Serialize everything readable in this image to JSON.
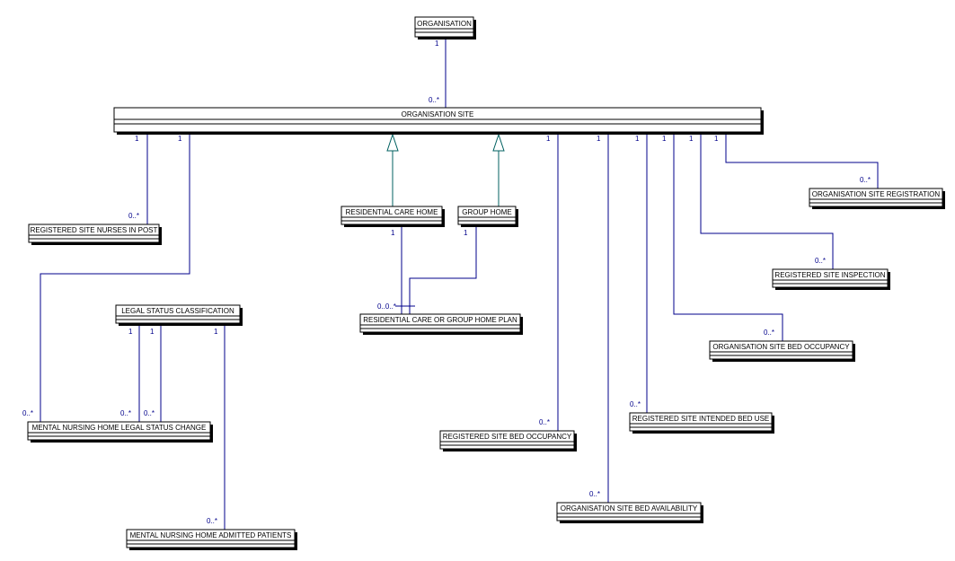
{
  "classes": {
    "organisation": "ORGANISATION",
    "organisation_site": "ORGANISATION SITE",
    "registered_site_nurses_in_post": "REGISTERED SITE NURSES IN POST",
    "residential_care_home": "RESIDENTIAL CARE HOME",
    "group_home": "GROUP HOME",
    "residential_care_or_group_home_plan": "RESIDENTIAL CARE OR GROUP HOME PLAN",
    "legal_status_classification": "LEGAL STATUS CLASSIFICATION",
    "mental_nursing_home_legal_status_change": "MENTAL NURSING HOME LEGAL STATUS CHANGE",
    "mental_nursing_home_admitted_patients": "MENTAL NURSING HOME ADMITTED PATIENTS",
    "registered_site_bed_occupancy": "REGISTERED SITE BED OCCUPANCY",
    "organisation_site_bed_availability": "ORGANISATION SITE BED AVAILABILITY",
    "registered_site_intended_bed_use": "REGISTERED SITE INTENDED BED USE",
    "organisation_site_bed_occupancy": "ORGANISATION SITE BED OCCUPANCY",
    "registered_site_inspection": "REGISTERED SITE INSPECTION",
    "organisation_site_registration": "ORGANISATION SITE REGISTRATION"
  },
  "multiplicities": {
    "one": "1",
    "many": "0..*",
    "zero_one_many": "0..0..*"
  },
  "colors": {
    "association_line": "#00008b",
    "generalization_line": "#006060",
    "box_border": "#000000"
  }
}
